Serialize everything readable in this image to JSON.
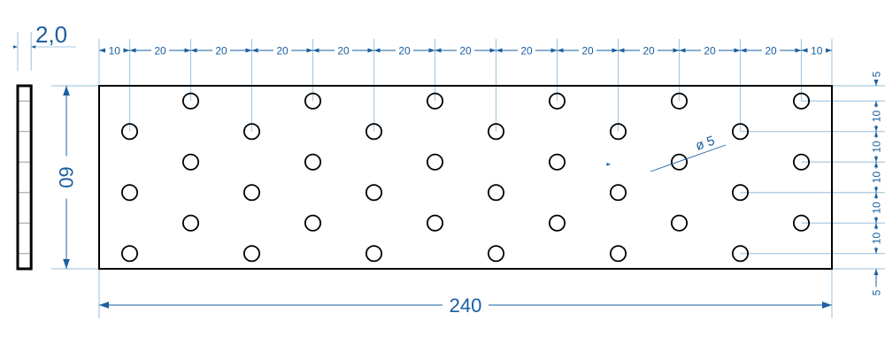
{
  "drawing": {
    "plate_width_mm": 240,
    "plate_height_mm": 60,
    "thickness_mm": 2.0,
    "hole_diameter_mm": 5,
    "labels": {
      "thickness": "2,0",
      "height": "60",
      "width": "240",
      "hole_diameter": "ø 5"
    },
    "top_dimensions": [
      "10",
      "20",
      "20",
      "20",
      "20",
      "20",
      "20",
      "20",
      "20",
      "20",
      "20",
      "20",
      "10"
    ],
    "top_dimension_values_mm": [
      10,
      20,
      20,
      20,
      20,
      20,
      20,
      20,
      20,
      20,
      20,
      20,
      10
    ],
    "right_dimensions": [
      "5",
      "10",
      "10",
      "10",
      "10",
      "10",
      "5"
    ],
    "right_dimension_values_mm": [
      5,
      10,
      10,
      10,
      10,
      10,
      5
    ],
    "hole_columns_mm": [
      10,
      30,
      50,
      70,
      90,
      110,
      130,
      150,
      170,
      190,
      210,
      230
    ],
    "hole_rows_odd_columns_mm": [
      15,
      35,
      55
    ],
    "hole_rows_even_columns_mm": [
      5,
      25,
      45
    ],
    "colors": {
      "outline": "#000000",
      "dimension": "#1a5fa0",
      "extension_line": "#a9c9e2",
      "side_view_lines": "#999999"
    }
  }
}
